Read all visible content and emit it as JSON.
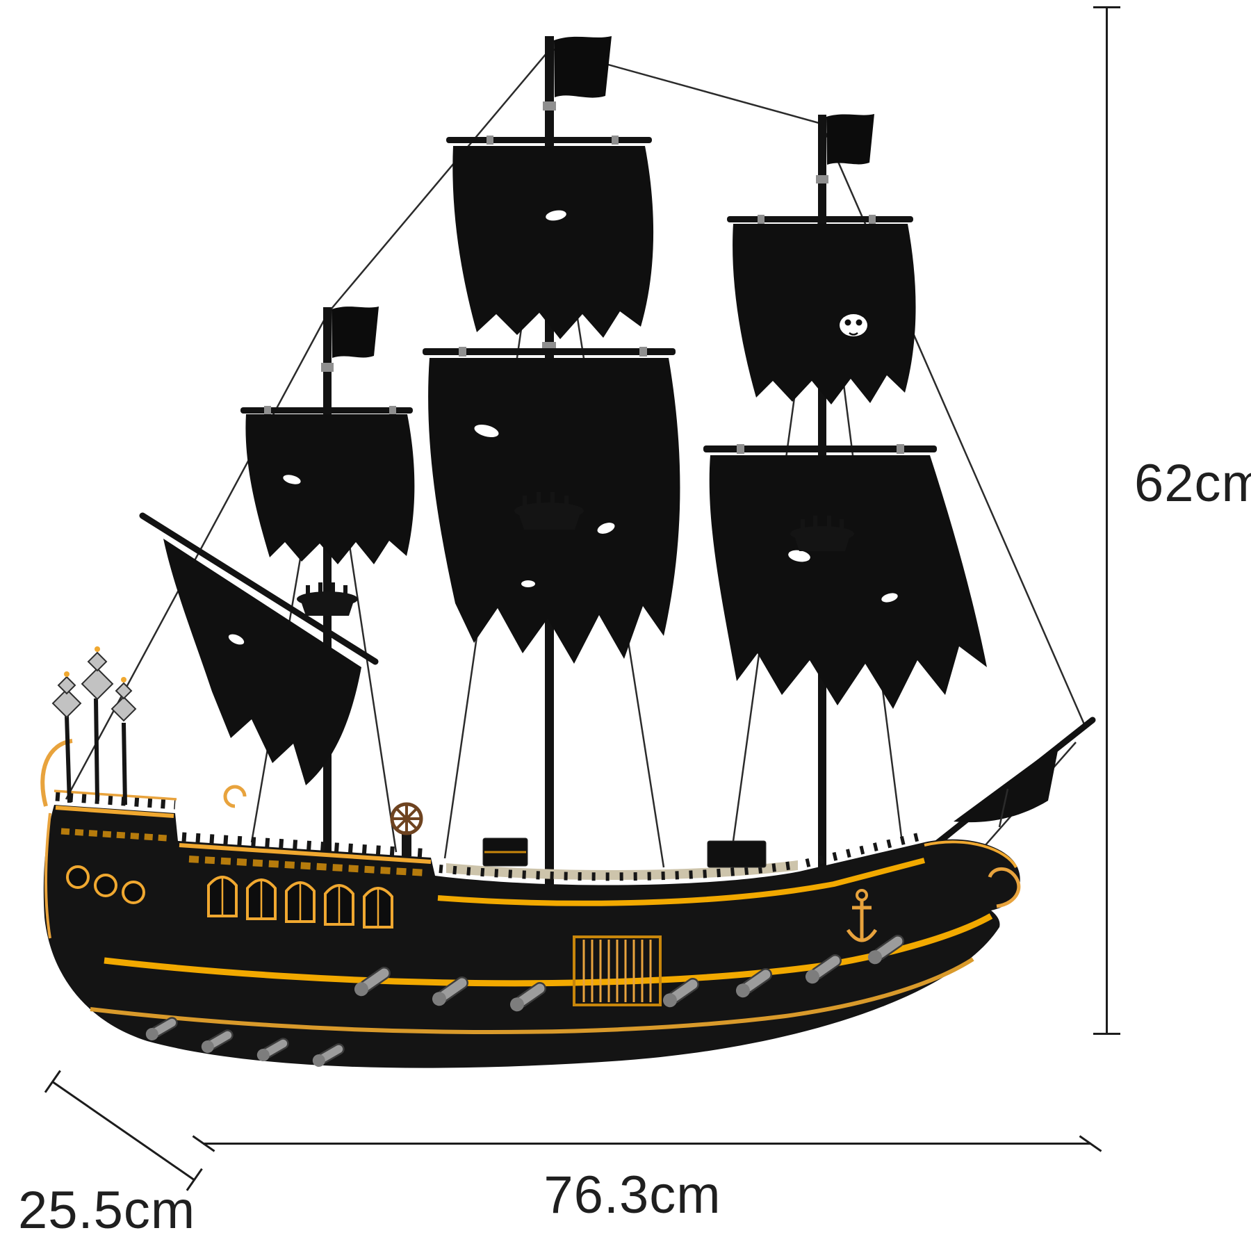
{
  "diagram": {
    "type": "product-dimension-diagram",
    "subject": "Black pirate ship building-block model with three masts, tattered black sails and gold hull trim",
    "dimensions": {
      "height": "62cm",
      "length": "76.3cm",
      "width": "25.5cm"
    },
    "colors": {
      "background": "#ffffff",
      "ship_body": "#141414",
      "sail_black": "#0f0f0f",
      "gold_trim": "#F0A830",
      "stripe_yellow": "#F2A900",
      "metal_gray": "#a6a6a6",
      "dimension_line": "#1c1c1c"
    },
    "parts": [
      "stern-lanterns",
      "stern-cabin-windows",
      "ship-wheel",
      "cannons",
      "gold-grating",
      "anchor",
      "bowsprit",
      "mizzen-mast",
      "main-mast",
      "fore-mast",
      "black-sails",
      "mast-flags"
    ]
  }
}
